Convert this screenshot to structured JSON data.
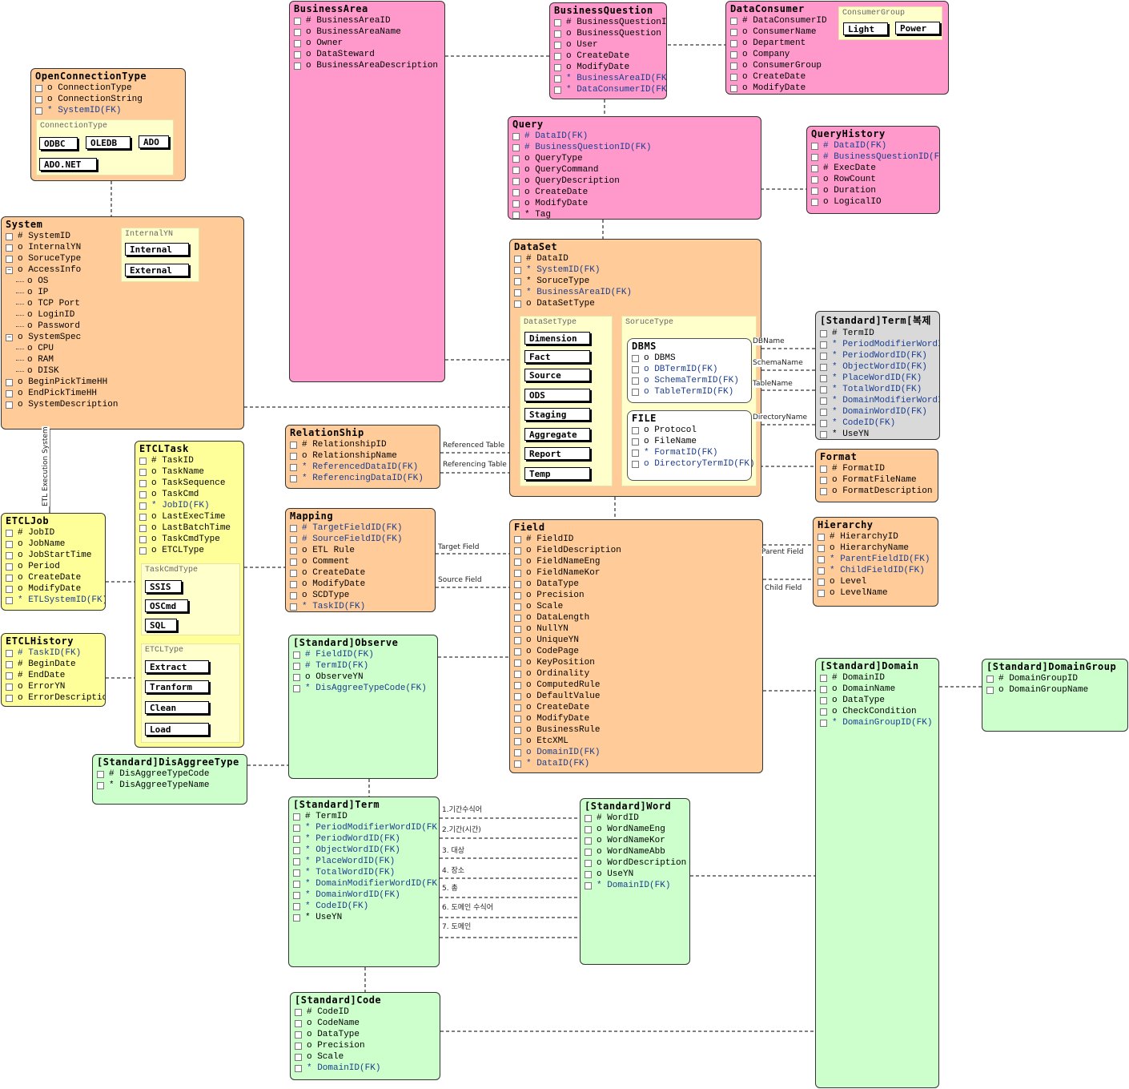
{
  "entities": {
    "business_area": {
      "title": "BusinessArea",
      "rows": [
        "# BusinessAreaID",
        "o BusinessAreaName",
        "o Owner",
        "o DataSteward",
        "o BusinessAreaDescription"
      ]
    },
    "business_question": {
      "title": "BusinessQuestion",
      "rows": [
        "# BusinessQuestionID",
        "o BusinessQuestion",
        "o User",
        "o CreateDate",
        "o ModifyDate",
        "* BusinessAreaID(FK)",
        "* DataConsumerID(FK)"
      ]
    },
    "data_consumer": {
      "title": "DataConsumer",
      "rows": [
        "# DataConsumerID",
        "o ConsumerName",
        "o Department",
        "o Company",
        "o ConsumerGroup",
        "o CreateDate",
        "o ModifyDate"
      ],
      "domain_label": "ConsumerGroup",
      "chips": [
        "Light",
        "Power"
      ]
    },
    "open_connection_type": {
      "title": "OpenConnectionType",
      "rows": [
        "o ConnectionType",
        "o ConnectionString",
        "* SystemID(FK)"
      ],
      "domain_label": "ConnectionType",
      "chips": [
        "ODBC",
        "OLEDB",
        "ADO",
        "ADO.NET"
      ]
    },
    "query": {
      "title": "Query",
      "rows": [
        "# DataID(FK)",
        "# BusinessQuestionID(FK)",
        "o QueryType",
        "o QueryCommand",
        "o QueryDescription",
        "o CreateDate",
        "o ModifyDate",
        "* Tag"
      ]
    },
    "query_history": {
      "title": "QueryHistory",
      "rows": [
        "# DataID(FK)",
        "# BusinessQuestionID(FK)",
        "# ExecDate",
        "o RowCount",
        "o Duration",
        "o LogicalIO"
      ]
    },
    "system": {
      "title": "System",
      "rows": [
        "# SystemID",
        "o InternalYN",
        "o SoruceType",
        "o AccessInfo",
        "o OS",
        "o IP",
        "o TCP Port",
        "o LoginID",
        "o Password",
        "o SystemSpec",
        "o CPU",
        "o RAM",
        "o DISK",
        "o BeginPickTimeHH",
        "o EndPickTimeHH",
        "o SystemDescription"
      ],
      "domain_label": "InternalYN",
      "chips": [
        "Internal",
        "External"
      ]
    },
    "data_set": {
      "title": "DataSet",
      "rows": [
        "# DataID",
        "* SystemID(FK)",
        "* SoruceType",
        "* BusinessAreaID(FK)",
        "o DataSetType"
      ],
      "domain_label": "DataSetType",
      "chips": [
        "Dimension",
        "Fact",
        "Source",
        "ODS",
        "Staging",
        "Aggregate",
        "Report",
        "Temp"
      ],
      "source_label": "SoruceType",
      "dbms_title": "DBMS",
      "dbms_rows": [
        "o DBMS",
        "o DBTermID(FK)",
        "o SchemaTermID(FK)",
        "o TableTermID(FK)"
      ],
      "file_title": "FILE",
      "file_rows": [
        "o Protocol",
        "o FileName",
        "* FormatID(FK)",
        "o DirectoryTermID(FK)"
      ]
    },
    "standard_term_copy": {
      "title": "[Standard]Term[복제",
      "rows": [
        "# TermID",
        "* PeriodModifierWordID(FK)",
        "* PeriodWordID(FK)",
        "* ObjectWordID(FK)",
        "* PlaceWordID(FK)",
        "* TotalWordID(FK)",
        "* DomainModifierWordID(FK)",
        "* DomainWordID(FK)",
        "* CodeID(FK)",
        "* UseYN"
      ]
    },
    "relationship": {
      "title": "RelationShip",
      "rows": [
        "# RelationshipID",
        "o RelationshipName",
        "* ReferencedDataID(FK)",
        "* ReferencingDataID(FK)"
      ]
    },
    "format": {
      "title": "Format",
      "rows": [
        "# FormatID",
        "o FormatFileName",
        "o FormatDescription"
      ]
    },
    "etcl_task": {
      "title": "ETCLTask",
      "rows": [
        "# TaskID",
        "o TaskName",
        "o TaskSequence",
        "o TaskCmd",
        "* JobID(FK)",
        "o LastExecTime",
        "o LastBatchTime",
        "o TaskCmdType",
        "o ETCLType"
      ],
      "cmd_label": "TaskCmdType",
      "cmd_chips": [
        "SSIS",
        "OSCmd",
        "SQL"
      ],
      "type_label": "ETCLType",
      "type_chips": [
        "Extract",
        "Tranform",
        "Clean",
        "Load"
      ]
    },
    "etcl_job": {
      "title": "ETCLJob",
      "rows": [
        "# JobID",
        "o JobName",
        "o JobStartTime",
        "o Period",
        "o CreateDate",
        "o ModifyDate",
        "* ETLSystemID(FK)"
      ]
    },
    "mapping": {
      "title": "Mapping",
      "rows": [
        "# TargetFieldID(FK)",
        "# SourceFieldID(FK)",
        "o ETL Rule",
        "o Comment",
        "o CreateDate",
        "o ModifyDate",
        "o SCDType",
        "* TaskID(FK)"
      ]
    },
    "field": {
      "title": "Field",
      "rows": [
        "# FieldID",
        "o FieldDescription",
        "o FieldNameEng",
        "o FieldNameKor",
        "o DataType",
        "o Precision",
        "o Scale",
        "o DataLength",
        "o NullYN",
        "o UniqueYN",
        "o CodePage",
        "o KeyPosition",
        "o Ordinality",
        "o ComputedRule",
        "o DefaultValue",
        "o CreateDate",
        "o ModifyDate",
        "o BusinessRule",
        "o EtcXML",
        "o DomainID(FK)",
        "* DataID(FK)"
      ]
    },
    "hierarchy": {
      "title": "Hierarchy",
      "rows": [
        "# HierarchyID",
        "o HierarchyName",
        "* ParentFieldID(FK)",
        "* ChildFieldID(FK)",
        "o Level",
        "o LevelName"
      ]
    },
    "etcl_history": {
      "title": "ETCLHistory",
      "rows": [
        "# TaskID(FK)",
        "# BeginDate",
        "# EndDate",
        "o ErrorYN",
        "o ErrorDescription"
      ]
    },
    "standard_observe": {
      "title": "[Standard]Observe",
      "rows": [
        "# FieldID(FK)",
        "# TermID(FK)",
        "o ObserveYN",
        "* DisAggreeTypeCode(FK)"
      ]
    },
    "standard_domain": {
      "title": "[Standard]Domain",
      "rows": [
        "# DomainID",
        "o DomainName",
        "o DataType",
        "o CheckCondition",
        "* DomainGroupID(FK)"
      ]
    },
    "standard_domain_group": {
      "title": "[Standard]DomainGroup",
      "rows": [
        "# DomainGroupID",
        "o DomainGroupName"
      ]
    },
    "standard_disaggree_type": {
      "title": "[Standard]DisAggreeType",
      "rows": [
        "# DisAggreeTypeCode",
        "* DisAggreeTypeName"
      ]
    },
    "standard_term": {
      "title": "[Standard]Term",
      "rows": [
        "# TermID",
        "* PeriodModifierWordID(FK)",
        "* PeriodWordID(FK)",
        "* ObjectWordID(FK)",
        "* PlaceWordID(FK)",
        "* TotalWordID(FK)",
        "* DomainModifierWordID(FK)",
        "* DomainWordID(FK)",
        "* CodeID(FK)",
        "* UseYN"
      ]
    },
    "standard_word": {
      "title": "[Standard]Word",
      "rows": [
        "# WordID",
        "o WordNameEng",
        "o WordNameKor",
        "o WordNameAbb",
        "o WordDescription",
        "o UseYN",
        "* DomainID(FK)"
      ]
    },
    "standard_code": {
      "title": "[Standard]Code",
      "rows": [
        "# CodeID",
        "o CodeName",
        "o DataType",
        "o Precision",
        "o Scale",
        "* DomainID(FK)"
      ]
    }
  },
  "relationship_labels": {
    "db_name": "DBName",
    "schema_name": "SchemaName",
    "table_name": "TableName",
    "directory_name": "DirectoryName",
    "referenced_table": "Referenced Table",
    "referencing_table": "Referencing Table",
    "target_field": "Target Field",
    "source_field": "Source Field",
    "parent_field": "Parent Field",
    "child_field": "Child Field",
    "etl_execution_system": "ETL Execution System",
    "word_1": "1.기간수식어",
    "word_2": "2.기간(시간)",
    "word_3": "3. 대상",
    "word_4": "4. 장소",
    "word_5": "5. 총",
    "word_6": "6. 도메인 수식어",
    "word_7": "7. 도메인"
  },
  "colors": {
    "pink": "#ff99cc",
    "orange": "#ffcc99",
    "yellow": "#ffff99",
    "green": "#ccffcc",
    "gray": "#d9d9d9",
    "fk_text": "#1a3d8f"
  }
}
